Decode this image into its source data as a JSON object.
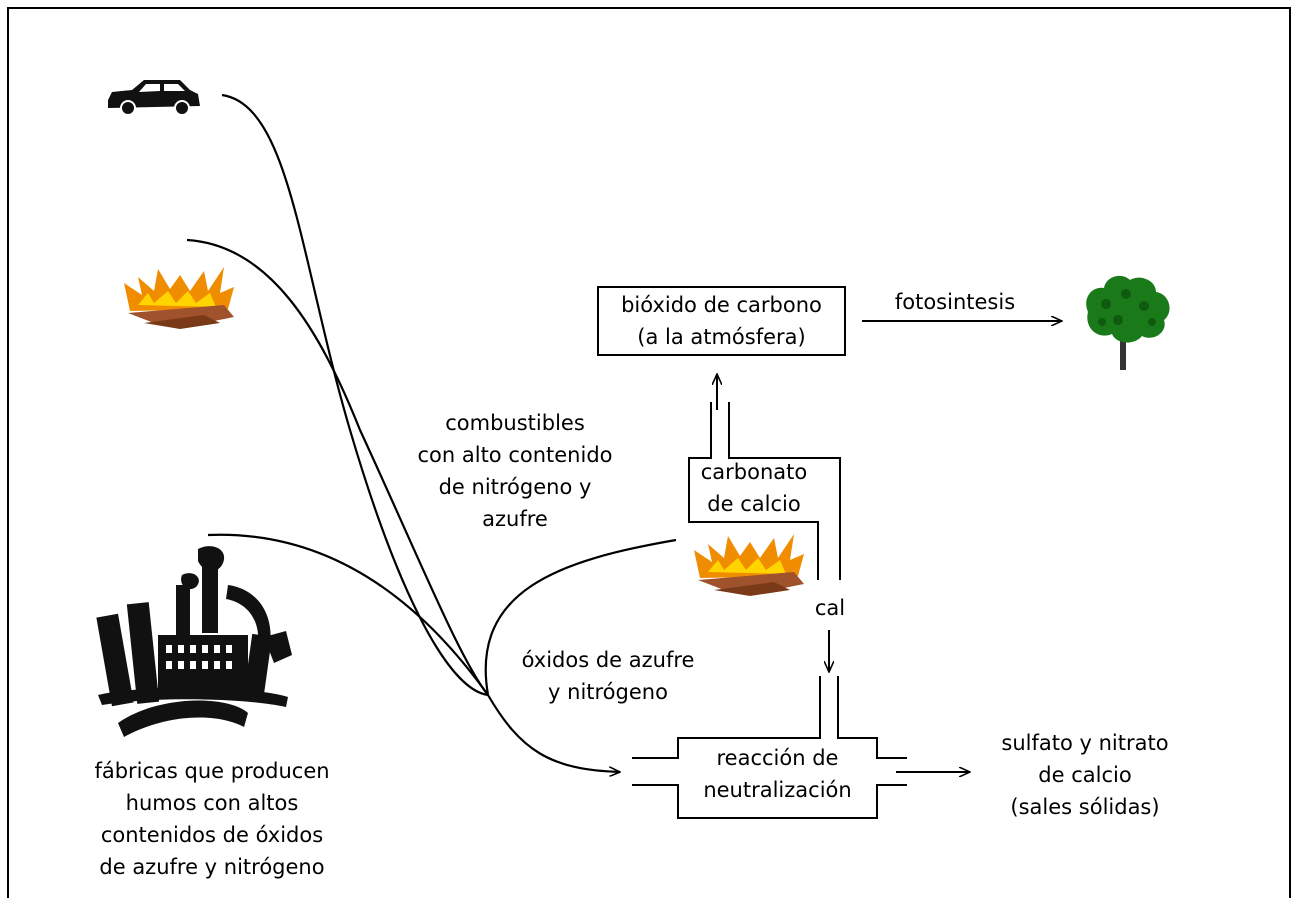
{
  "labels": {
    "co2_box": [
      "bióxido de carbono",
      "(a la atmósfera)"
    ],
    "photosynthesis": "fotosintesis",
    "fuels": [
      "combustibles",
      "con alto contenido",
      "de nitrógeno y",
      "azufre"
    ],
    "calcium_carbonate": [
      "carbonato",
      "de calcio"
    ],
    "lime": "cal",
    "oxides": [
      "óxidos de azufre",
      "y nitrógeno"
    ],
    "neutralization": [
      "reacción de",
      "neutralización"
    ],
    "salts": [
      "sulfato y nitrato",
      "de calcio",
      "(sales sólidas)"
    ],
    "factories": [
      "fábricas que producen",
      "humos con altos",
      "contenidos de óxidos",
      "de azufre y nitrógeno"
    ]
  },
  "icons": [
    "car-icon",
    "fire-icon",
    "fire-icon",
    "factory-icon",
    "tree-icon"
  ],
  "colors": {
    "line": "#000000",
    "flame_outer": "#f08c00",
    "flame_inner": "#ffd400",
    "wood": "#a0522d",
    "tree": "#1a7a1a",
    "trunk": "#333333"
  }
}
